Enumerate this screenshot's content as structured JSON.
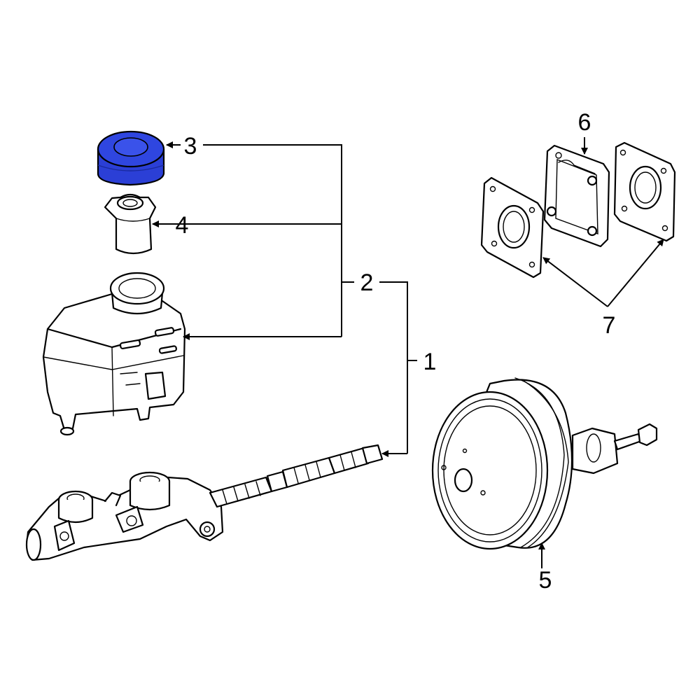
{
  "callouts": {
    "c1": "1",
    "c2": "2",
    "c3": "3",
    "c4": "4",
    "c5": "5",
    "c6": "6",
    "c7": "7"
  },
  "colors": {
    "highlight": "#2b3fd6",
    "highlight_dark": "#1a2a9e",
    "line": "#000000",
    "background": "#ffffff"
  },
  "highlighted_part": "3"
}
